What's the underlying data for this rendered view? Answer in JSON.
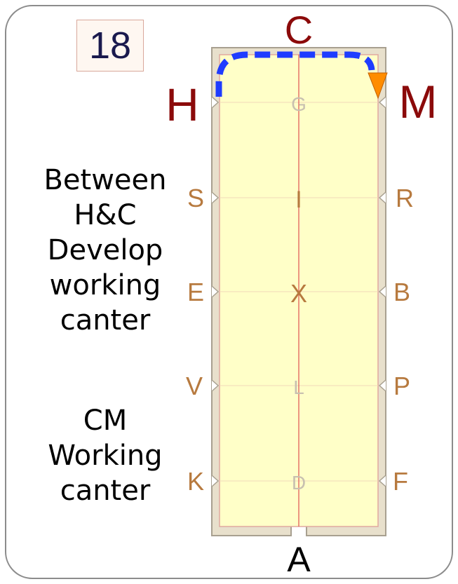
{
  "card_number": "18",
  "notes": {
    "between": "Between\nH&C\nDevelop\nworking\ncanter",
    "cm": "CM\nWorking\ncanter"
  },
  "letters": {
    "C": "C",
    "A": "A",
    "H": "H",
    "M": "M",
    "S": "S",
    "E": "E",
    "V": "V",
    "K": "K",
    "R": "R",
    "B": "B",
    "P": "P",
    "F": "F",
    "G": "G",
    "I": "I",
    "X": "X",
    "L": "L",
    "D": "D"
  },
  "colors": {
    "arena_fill": "#ffffc8",
    "arena_border": "#d9cfb8",
    "center_line": "#e05050",
    "end_letter": "#8b0a0a",
    "side_letter": "#b77a3f",
    "center_letter": "#c0b8a8",
    "path": "#1f3cff",
    "arrow": "#ff8c00"
  },
  "path_icon": "dashed-movement-path",
  "arrow_icon": "direction-arrow"
}
